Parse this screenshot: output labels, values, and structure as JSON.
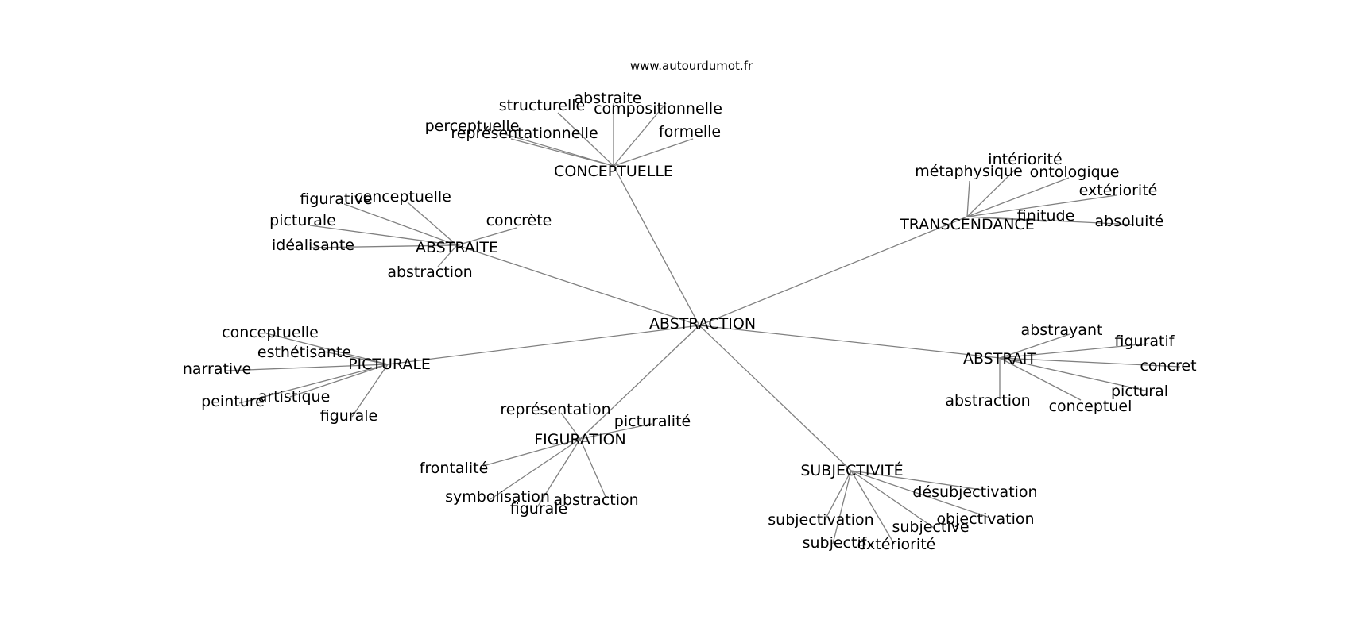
{
  "source": "www.autourdumot.fr",
  "root": "ABSTRACTION",
  "clusters": [
    {
      "hub": "CONCEPTUELLE",
      "leaves": [
        "structurelle",
        "abstraite",
        "compositionnelle",
        "perceptuelle",
        "représentationnelle",
        "formelle"
      ]
    },
    {
      "hub": "TRANSCENDANCE",
      "leaves": [
        "intériorité",
        "métaphysique",
        "ontologique",
        "extériorité",
        "finitude",
        "absoluité"
      ]
    },
    {
      "hub": "ABSTRAITE",
      "leaves": [
        "figurative",
        "conceptuelle",
        "picturale",
        "concrète",
        "idéalisante",
        "abstraction"
      ]
    },
    {
      "hub": "PICTURALE",
      "leaves": [
        "conceptuelle",
        "esthétisante",
        "narrative",
        "artistique",
        "peinture",
        "figurale"
      ]
    },
    {
      "hub": "ABSTRAIT",
      "leaves": [
        "abstrayant",
        "figuratif",
        "concret",
        "pictural",
        "abstraction",
        "conceptuel"
      ]
    },
    {
      "hub": "FIGURATION",
      "leaves": [
        "représentation",
        "picturalité",
        "frontalité",
        "symbolisation",
        "abstraction",
        "figurale"
      ]
    },
    {
      "hub": "SUBJECTIVITÉ",
      "leaves": [
        "désubjectivation",
        "objectivation",
        "subjectivation",
        "subjective",
        "subjectif",
        "extériorité"
      ]
    }
  ]
}
